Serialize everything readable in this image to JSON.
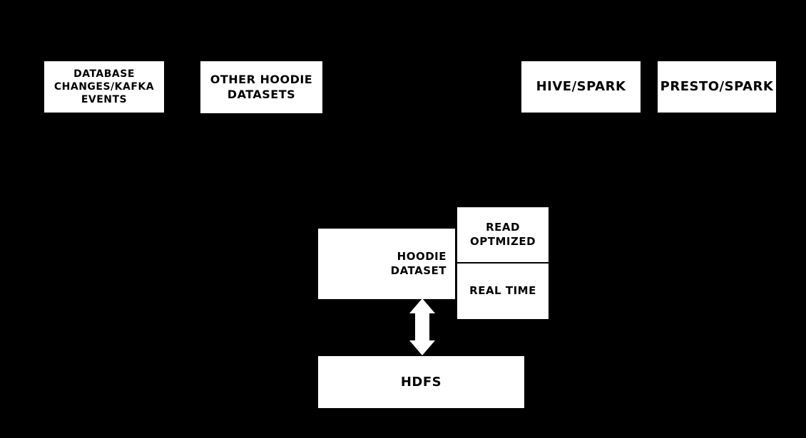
{
  "colors": {
    "background": "#000000",
    "node_fill": "#ffffff",
    "node_text": "#000000",
    "arrow": "#ffffff"
  },
  "nodes": {
    "database_changes": {
      "label": "DATABASE\nCHANGES/KAFKA\nEVENTS"
    },
    "other_hoodie_datasets": {
      "label": "OTHER HOODIE\nDATASETS"
    },
    "hive_spark": {
      "label": "HIVE/SPARK"
    },
    "presto_spark": {
      "label": "PRESTO/SPARK"
    },
    "hoodie_dataset": {
      "label": "HOODIE\nDATASET"
    },
    "read_optimized": {
      "label": "READ\nOPTMIZED"
    },
    "real_time": {
      "label": "REAL TIME"
    },
    "hdfs": {
      "label": "HDFS"
    }
  },
  "connector": {
    "icon": "up-down-double-arrow-icon",
    "glyph": "↕"
  }
}
